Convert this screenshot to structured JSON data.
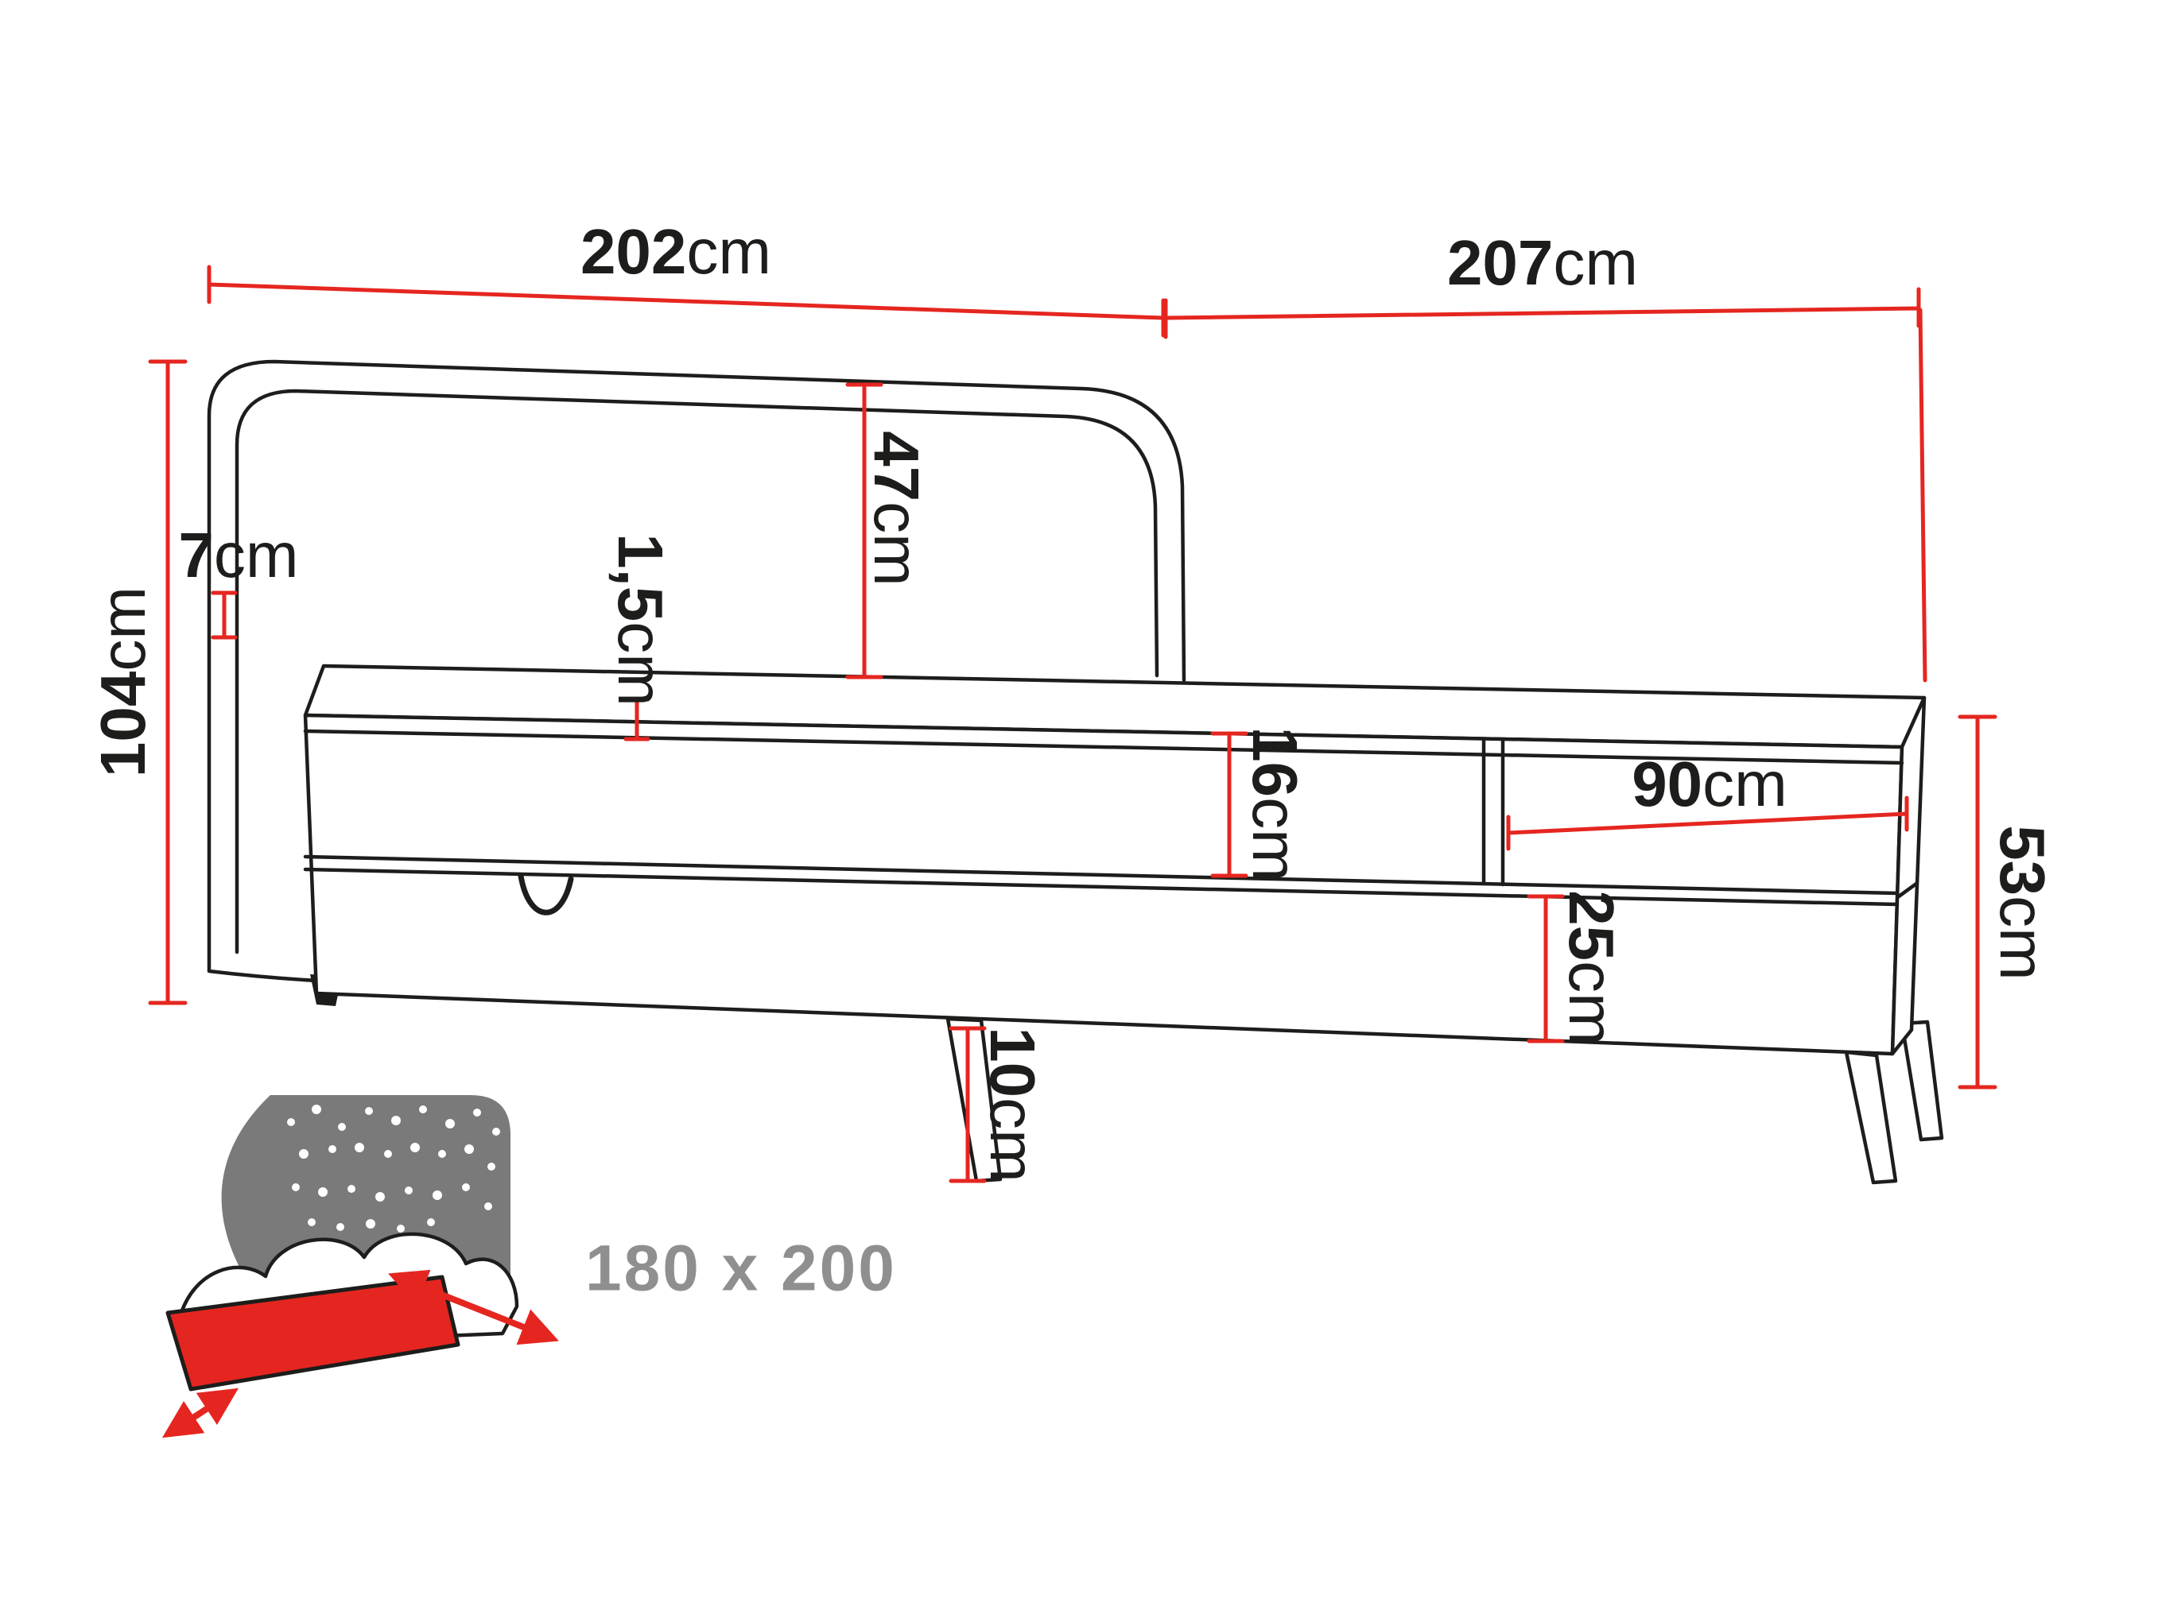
{
  "dimensions": {
    "headboard_width": {
      "value": "202",
      "unit": "cm"
    },
    "bed_length": {
      "value": "207",
      "unit": "cm"
    },
    "headboard_height": {
      "value": "104",
      "unit": "cm"
    },
    "frame_border": {
      "value": "7",
      "unit": "cm"
    },
    "headboard_panel": {
      "value": "47",
      "unit": "cm"
    },
    "topper": {
      "value": "1,5",
      "unit": "cm"
    },
    "mattress": {
      "value": "16",
      "unit": "cm"
    },
    "foot_section": {
      "value": "90",
      "unit": "cm"
    },
    "storage_box": {
      "value": "25",
      "unit": "cm"
    },
    "leg": {
      "value": "10",
      "unit": "cm"
    },
    "base_height": {
      "value": "53",
      "unit": "cm"
    }
  },
  "bed_size_label": "180 x 200",
  "icons": {
    "bed_size_icon": "bed-with-starry-headboard-and-size-arrows"
  },
  "colors": {
    "dimension_red": "#e52620",
    "line_black": "#1d1d1b",
    "icon_gray": "#7a7a7a",
    "size_text_gray": "#8f8f8f",
    "background": "#ffffff"
  }
}
